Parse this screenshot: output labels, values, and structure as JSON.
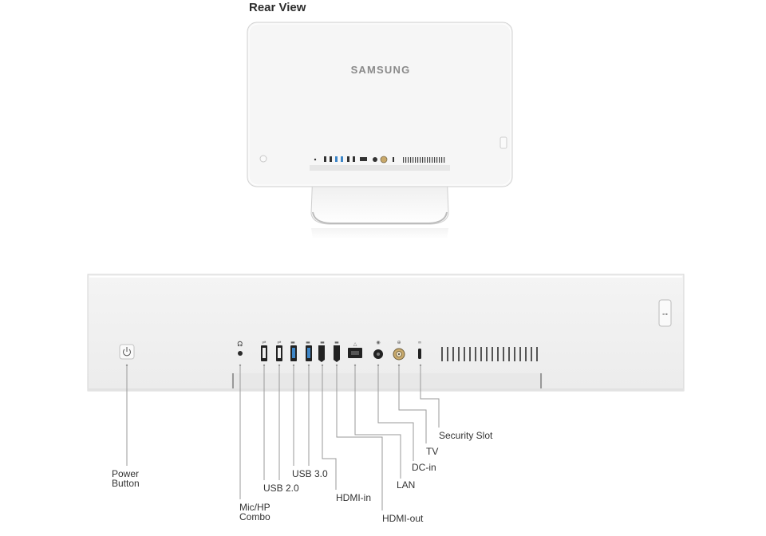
{
  "title": "Rear View",
  "brand": "SAMSUNG",
  "labels": {
    "power": [
      "Power",
      "Button"
    ],
    "mic": [
      "Mic/HP",
      "Combo"
    ],
    "usb2": "USB 2.0",
    "usb3": "USB 3.0",
    "hdmi_in": "HDMI-in",
    "hdmi_out": "HDMI-out",
    "lan": "LAN",
    "dc_in": "DC-in",
    "tv": "TV",
    "security": "Security Slot"
  },
  "colors": {
    "usb3_blue": "#3d86c8",
    "leader_line": "#9a9a9a",
    "panel": "#f1f1f1"
  },
  "icons": [
    "power-icon",
    "headset-icon",
    "usb-icon",
    "lan-icon",
    "coax-icon",
    "lock-icon"
  ]
}
